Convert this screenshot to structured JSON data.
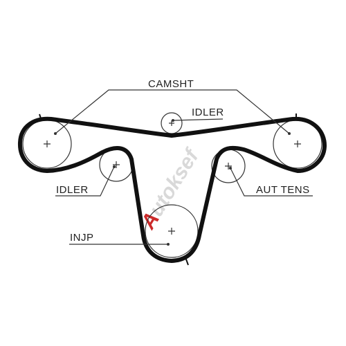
{
  "labels": {
    "camsht": "CAMSHT",
    "idler_top": "IDLER",
    "idler_left": "IDLER",
    "aut_tens": "AUT TENS",
    "injp": "INJP"
  },
  "watermark": {
    "first": "A",
    "rest": "utoksef",
    "first_color": "#cc2a2a",
    "rest_color": "#d9d9d9"
  },
  "colors": {
    "belt": "#111111",
    "pulley_outline": "#333333",
    "leader": "#333333"
  }
}
